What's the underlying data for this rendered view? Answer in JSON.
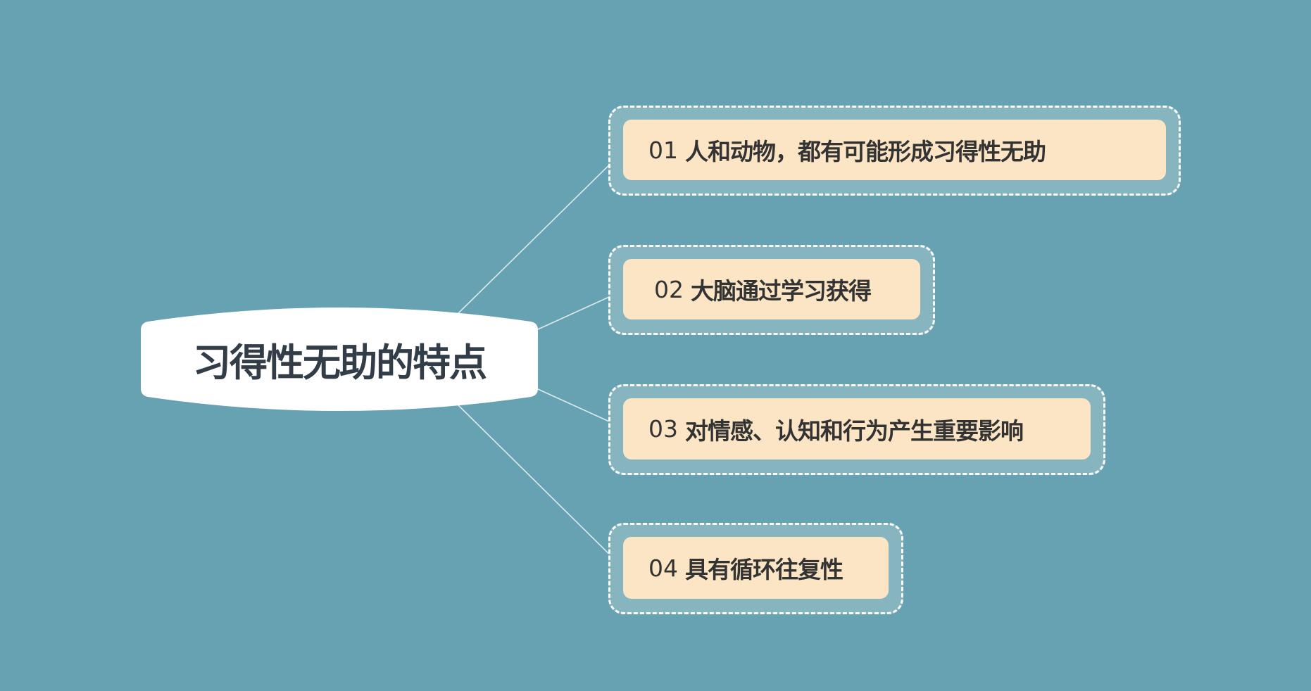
{
  "diagram": {
    "type": "mind-map",
    "central_topic": "习得性无助的特点",
    "branches": [
      {
        "number": "01",
        "text": "人和动物，都有可能形成习得性无助"
      },
      {
        "number": "02",
        "text": "大脑通过学习获得"
      },
      {
        "number": "03",
        "text": "对情感、认知和行为产生重要影响"
      },
      {
        "number": "04",
        "text": "具有循环往复性"
      }
    ]
  },
  "colors": {
    "background": "#67a2b2",
    "central_fill": "#ffffff",
    "central_text": "#333d47",
    "branch_band": "#86b5c0",
    "branch_border": "#ffffff",
    "branch_fill": "#fbe5c4",
    "branch_text": "#333333",
    "connector": "#dde9ec"
  }
}
